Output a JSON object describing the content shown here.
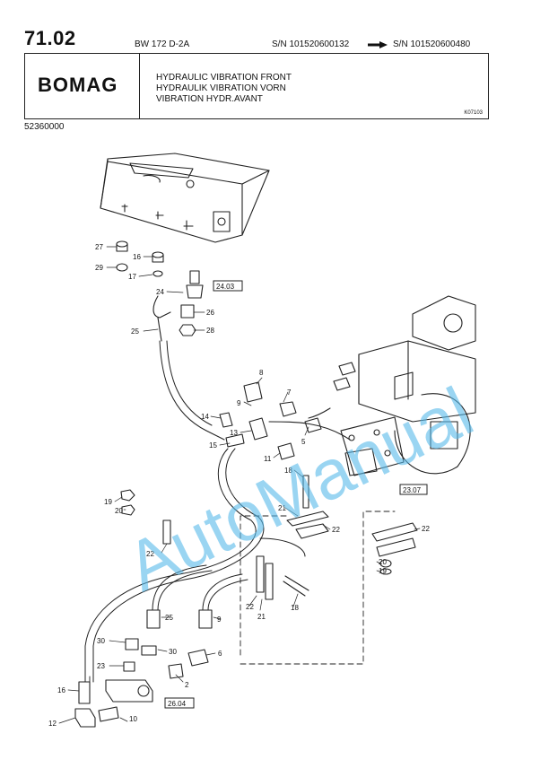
{
  "header": {
    "page_number": "71.02",
    "model": "BW 172 D-2A",
    "serial_from": "S/N 101520600132",
    "serial_to": "S/N 101520600480"
  },
  "title_block": {
    "logo": "BOMAG",
    "title_en": "HYDRAULIC VIBRATION FRONT",
    "title_de": "HYDRAULIK VIBRATION VORN",
    "title_fr": "VIBRATION HYDR.AVANT",
    "figure_code": "K07103"
  },
  "part_number": "52360000",
  "watermark": "AutoManual",
  "references": [
    "24.03",
    "23.07",
    "26.04"
  ],
  "callouts": [
    "27",
    "16",
    "29",
    "17",
    "24",
    "26",
    "25",
    "28",
    "8",
    "7",
    "9",
    "14",
    "13",
    "5",
    "15",
    "11",
    "18",
    "19",
    "20",
    "21",
    "22",
    "22",
    "22",
    "20",
    "19",
    "18",
    "21",
    "22",
    "25",
    "9",
    "30",
    "30",
    "6",
    "23",
    "2",
    "16",
    "12",
    "10"
  ]
}
